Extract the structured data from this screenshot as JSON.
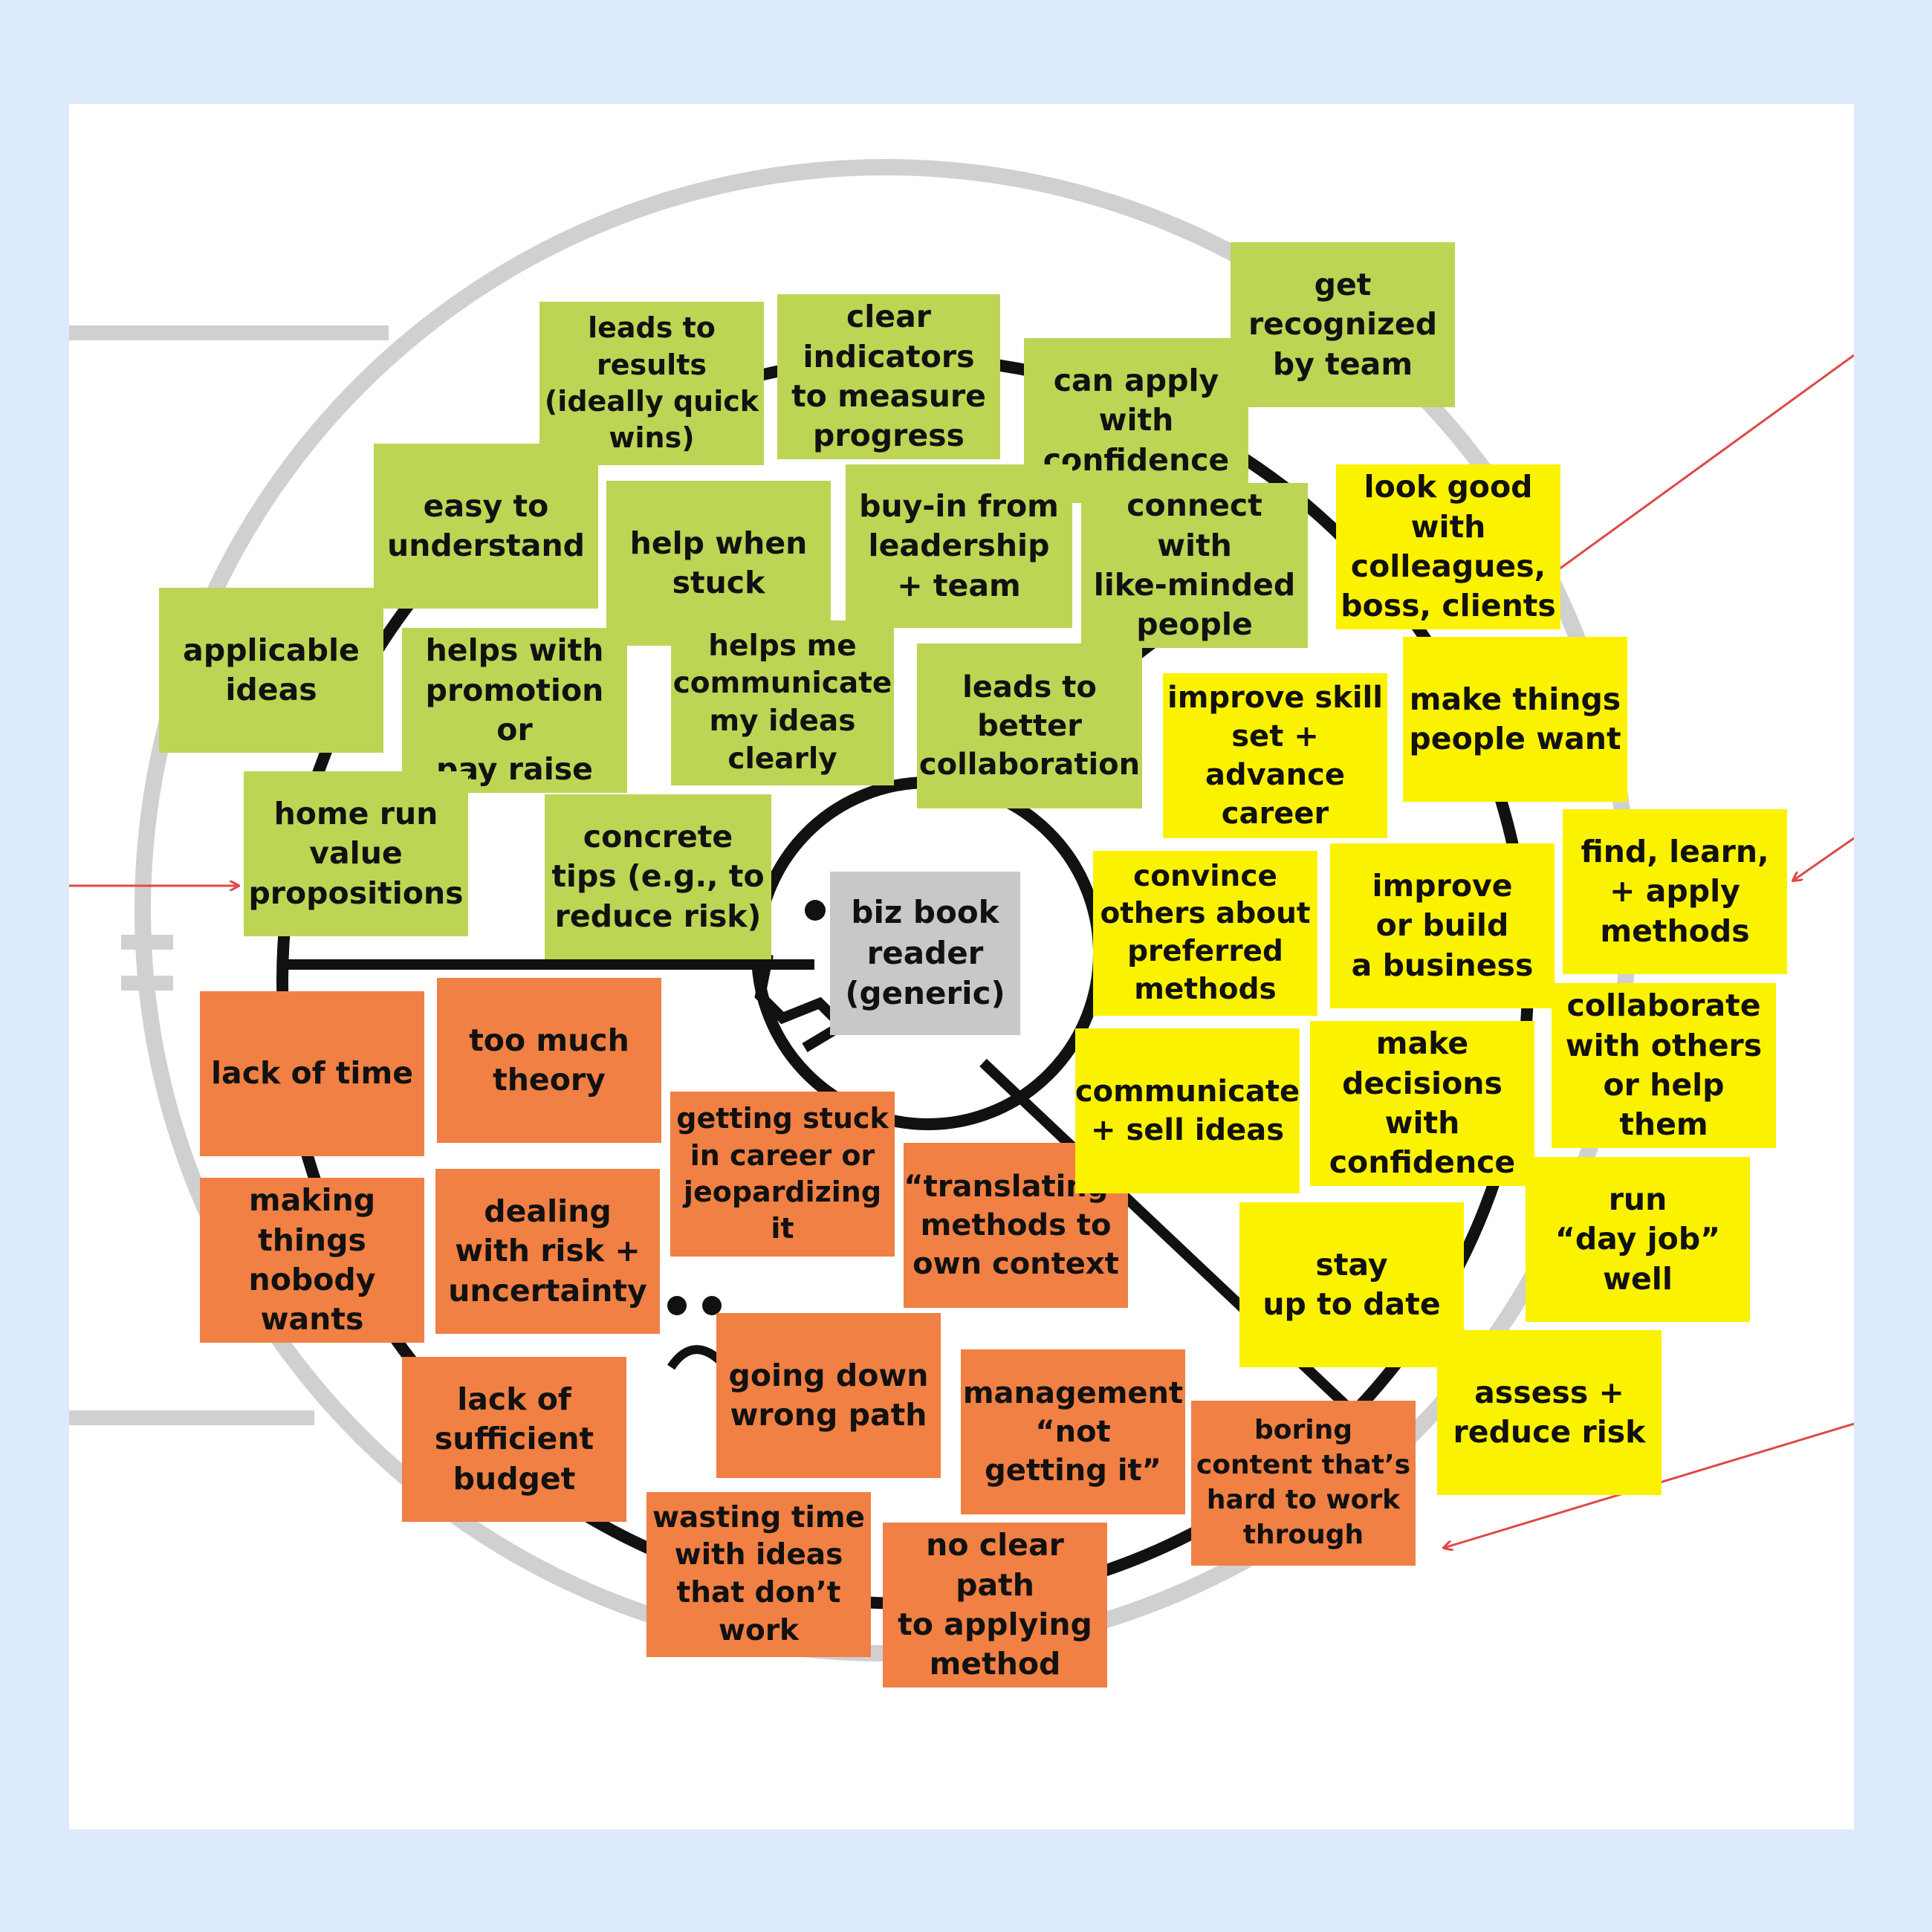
{
  "center": {
    "label": "biz book\nreader\n(generic)"
  },
  "colors": {
    "gain": "#bcd554",
    "pain": "#f08043",
    "job": "#fbf200",
    "arrow": "#e04848",
    "ring": "#d0d0d0"
  },
  "gains": [
    "leads to\nresults\n(ideally quick\nwins)",
    "clear\nindicators\nto measure\nprogress",
    "get\nrecognized\nby team",
    "can apply\nwith\nconfidence",
    "easy to\nunderstand",
    "help when\nstuck",
    "buy-in from\nleadership\n+ team",
    "connect with\nlike-minded\npeople",
    "applicable\nideas",
    "helps with\npromotion or\npay raise",
    "helps me\ncommunicate\nmy ideas\nclearly",
    "leads to\nbetter\ncollaboration",
    "home run\nvalue\npropositions",
    "concrete\ntips (e.g., to\nreduce risk)"
  ],
  "pains": [
    "lack of time",
    "too much\ntheory",
    "getting stuck\nin career or\njeopardizing\nit",
    "making\nthings\nnobody\nwants",
    "dealing\nwith risk +\nuncertainty",
    "“translating”\nmethods to\nown context",
    "going down\nwrong path",
    "lack of\nsufficient\nbudget",
    "management\n“not\ngetting it”",
    "boring\ncontent that’s\nhard to work\nthrough",
    "wasting time\nwith ideas\nthat don’t\nwork",
    "no clear path\nto applying\nmethod"
  ],
  "jobs": [
    "look good\nwith\ncolleagues,\nboss, clients",
    "make things\npeople want",
    "improve skill\nset + advance\ncareer",
    "find, learn,\n+ apply\nmethods",
    "convince\nothers about\npreferred\nmethods",
    "improve\nor build\na business",
    "collaborate\nwith others\nor help them",
    "communicate\n+ sell ideas",
    "make\ndecisions\nwith\nconfidence",
    "run\n“day job”\nwell",
    "stay\nup to date",
    "assess +\nreduce risk"
  ]
}
